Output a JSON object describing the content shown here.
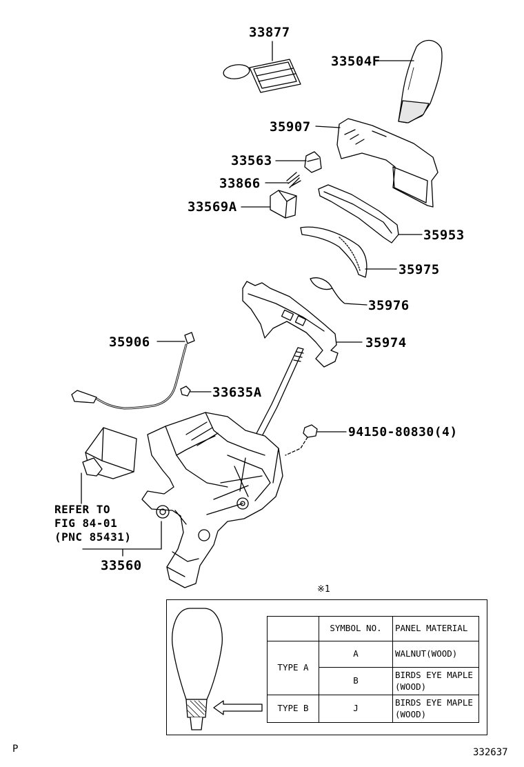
{
  "parts": {
    "p33877": "33877",
    "p33504f": "33504F",
    "p35907": "35907",
    "p33563": "33563",
    "p33866": "33866",
    "p33569a": "33569A",
    "p35953": "35953",
    "p35975": "35975",
    "p35976": "35976",
    "p35906": "35906",
    "p35974": "35974",
    "p33635a": "33635A",
    "p94150": "94150-80830(4)",
    "p33560": "33560"
  },
  "refer": {
    "line1": "REFER TO",
    "line2": "FIG 84-01",
    "line3": "(PNC 85431)"
  },
  "inset": {
    "mark": "※1",
    "header_symbol": "SYMBOL NO.",
    "header_material": "PANEL MATERIAL",
    "type_a": "TYPE A",
    "type_b": "TYPE B",
    "rows": [
      {
        "symbol": "A",
        "material1": "WALNUT(WOOD)",
        "material2": ""
      },
      {
        "symbol": "B",
        "material1": "BIRDS EYE MAPLE",
        "material2": "(WOOD)"
      },
      {
        "symbol": "J",
        "material1": "BIRDS EYE MAPLE",
        "material2": "(WOOD)"
      }
    ]
  },
  "footer": {
    "left": "P",
    "right": "332637"
  }
}
